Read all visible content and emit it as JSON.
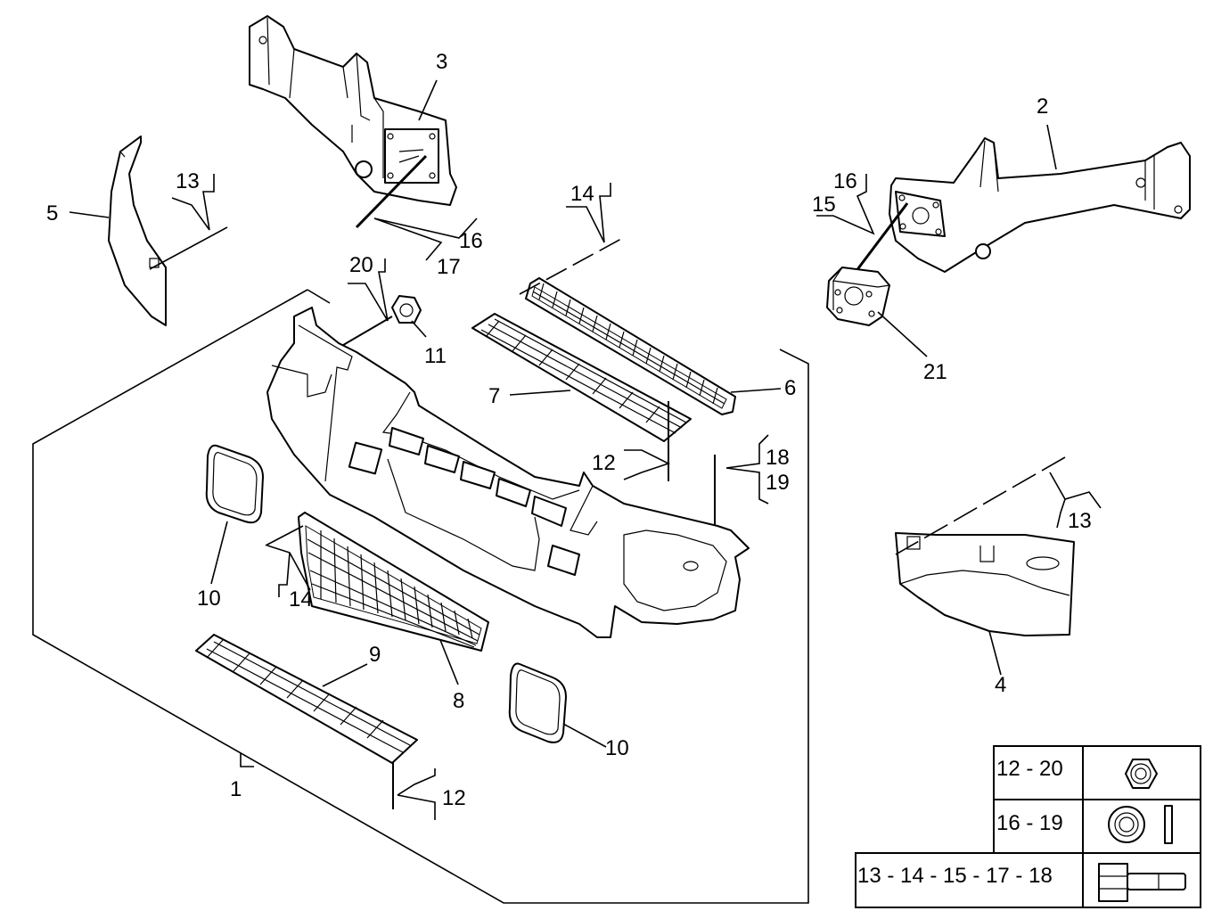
{
  "callouts": {
    "c1": "1",
    "c2": "2",
    "c3": "3",
    "c4": "4",
    "c5": "5",
    "c6": "6",
    "c7": "7",
    "c8": "8",
    "c9": "9",
    "c10a": "10",
    "c10b": "10",
    "c11": "11",
    "c12a": "12",
    "c12b": "12",
    "c13a": "13",
    "c13b": "13",
    "c14a": "14",
    "c14b": "14",
    "c15": "15",
    "c16a": "16",
    "c16b": "16",
    "c17": "17",
    "c18": "18",
    "c19": "19",
    "c20": "20",
    "c21": "21"
  },
  "legend": {
    "row1": "12 - 20",
    "row2": "16 - 19",
    "row3": "13 - 14 - 15 - 17 - 18",
    "row1_icon": "hex-nut-icon",
    "row2_icon": "washer-icon",
    "row3_icon": "hex-bolt-icon"
  }
}
